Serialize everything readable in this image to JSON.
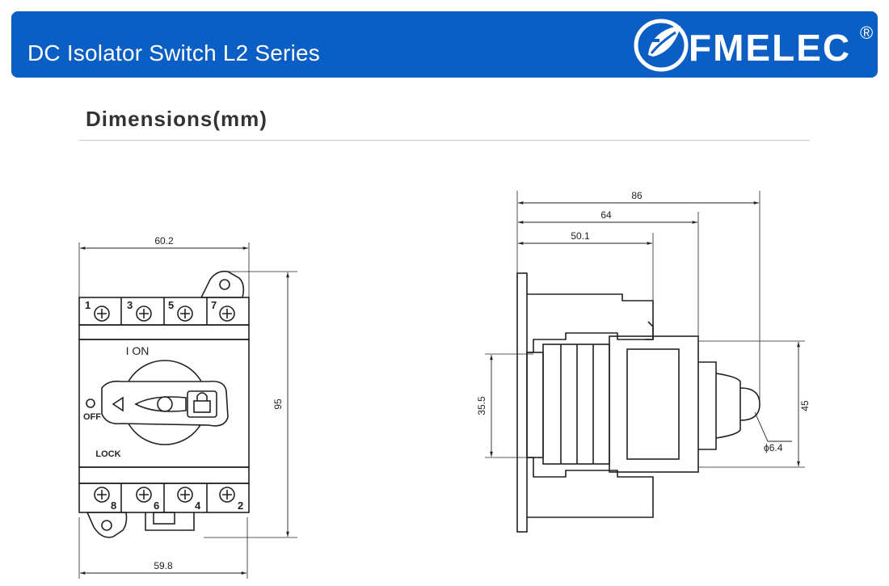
{
  "header": {
    "title": "DC Isolator Switch L2 Series",
    "brand": "FMELEC",
    "registered": "®"
  },
  "section": {
    "title": "Dimensions(mm)"
  },
  "front_view": {
    "dims": {
      "top_width": "60.2",
      "bottom_width": "59.8",
      "height": "95"
    },
    "terminals_top": [
      "1",
      "3",
      "5",
      "7"
    ],
    "terminals_bottom": [
      "8",
      "6",
      "4",
      "2"
    ],
    "on_label": "I ON",
    "off_label": "OFF",
    "lock_label": "LOCK"
  },
  "side_view": {
    "dims": {
      "depth_total": "86",
      "depth_mid": "64",
      "depth_short": "50.1",
      "rail_height": "35.5",
      "cover_height": "45",
      "hole_diameter": "ϕ6.4"
    }
  },
  "colors": {
    "banner": "#0b5fc4",
    "line": "#222222"
  }
}
